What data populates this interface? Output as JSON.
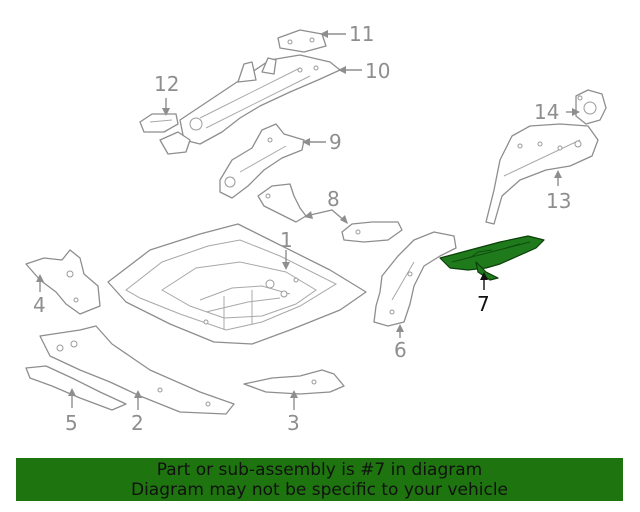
{
  "diagram": {
    "callouts": [
      {
        "id": "1",
        "label": "1"
      },
      {
        "id": "2",
        "label": "2"
      },
      {
        "id": "3",
        "label": "3"
      },
      {
        "id": "4",
        "label": "4"
      },
      {
        "id": "5",
        "label": "5"
      },
      {
        "id": "6",
        "label": "6"
      },
      {
        "id": "7",
        "label": "7",
        "highlighted": true
      },
      {
        "id": "8",
        "label": "8"
      },
      {
        "id": "9",
        "label": "9"
      },
      {
        "id": "10",
        "label": "10"
      },
      {
        "id": "11",
        "label": "11"
      },
      {
        "id": "12",
        "label": "12"
      },
      {
        "id": "13",
        "label": "13"
      },
      {
        "id": "14",
        "label": "14"
      }
    ],
    "colors": {
      "line": "#8e8e8e",
      "highlight_fill": "#1f7a1c",
      "highlight_label": "#111111"
    }
  },
  "banner": {
    "line1": "Part or sub-assembly is #7 in diagram",
    "line2": "Diagram may not be specific to your vehicle",
    "background": "#1e740f"
  }
}
